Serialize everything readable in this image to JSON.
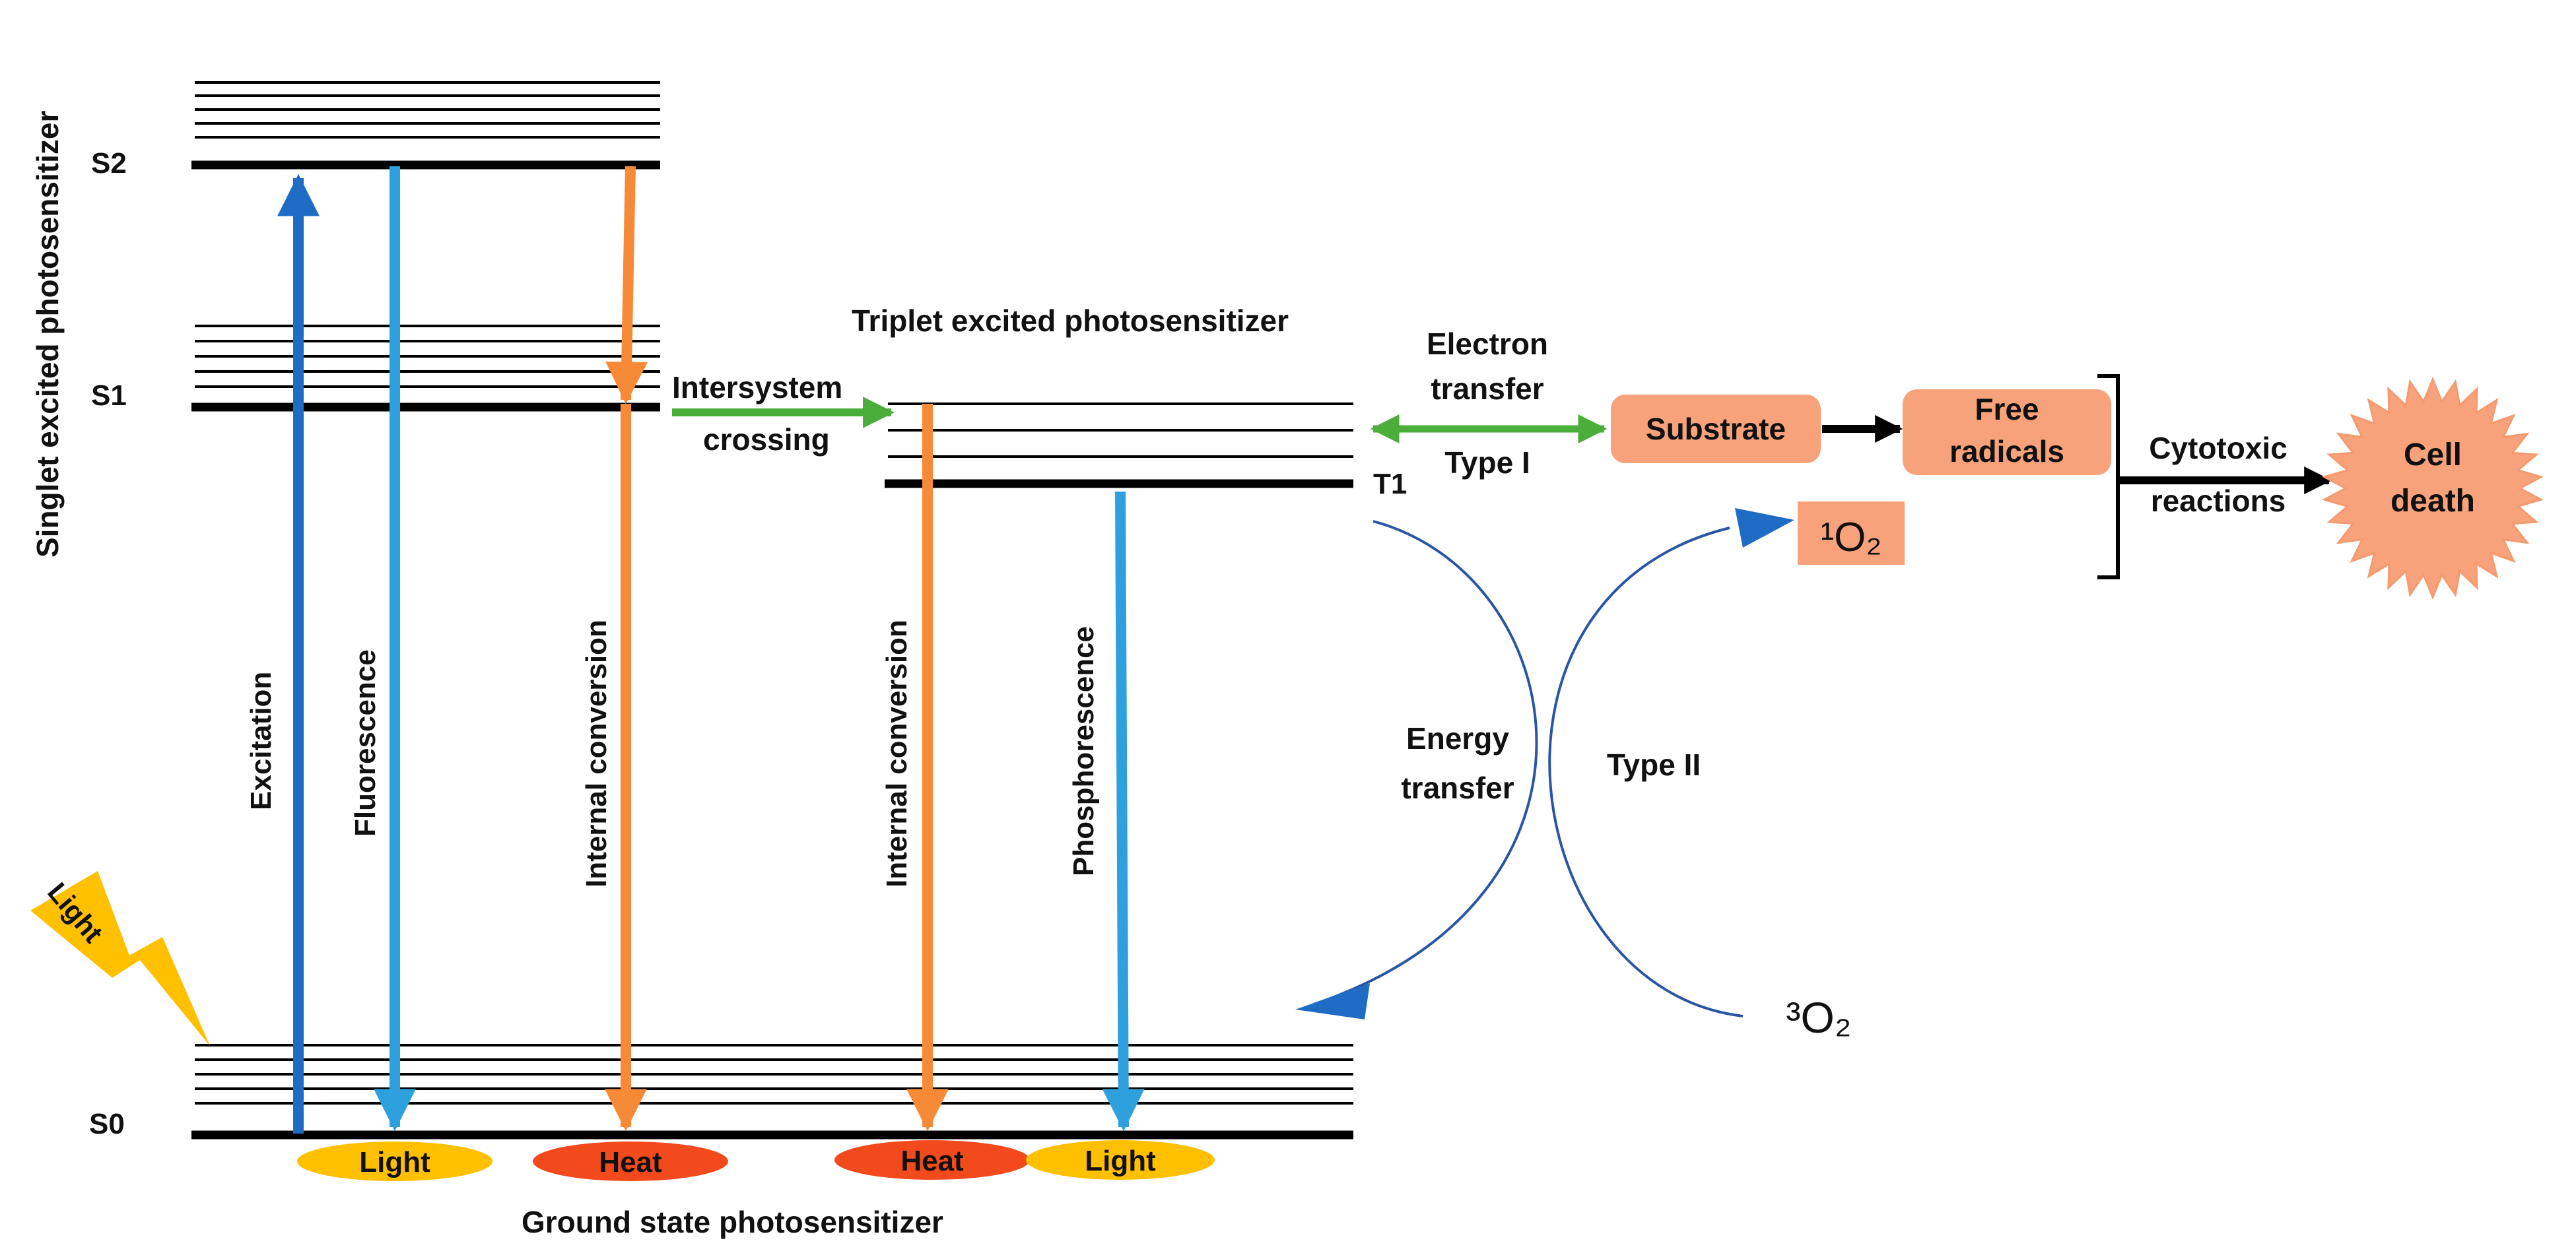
{
  "titles": {
    "singlet_axis": "Singlet excited photosensitizer",
    "triplet": "Triplet excited photosensitizer",
    "ground": "Ground state photosensitizer"
  },
  "levels": {
    "s2": "S2",
    "s1": "S1",
    "s0": "S0",
    "t1": "T1"
  },
  "processes": {
    "excitation": "Excitation",
    "fluorescence": "Fluorescence",
    "internal_conversion_1": "Internal conversion",
    "internal_conversion_2": "Internal conversion",
    "phosphorescence": "Phosphorescence",
    "isc_line1": "Intersystem",
    "isc_line2": "crossing",
    "electron_line1": "Electron",
    "electron_line2": "transfer",
    "type1": "Type I",
    "energy_line1": "Energy",
    "energy_line2": "transfer",
    "type2": "Type II",
    "cytotoxic_line1": "Cytotoxic",
    "cytotoxic_line2": "reactions"
  },
  "products": {
    "light_1": "Light",
    "heat_1": "Heat",
    "heat_2": "Heat",
    "light_2": "Light",
    "light_source": "Light"
  },
  "species": {
    "substrate": "Substrate",
    "free_line1": "Free",
    "free_line2": "radicals",
    "singlet_oxygen": "¹O₂",
    "triplet_oxygen": "³O₂",
    "cell_line1": "Cell",
    "cell_line2": "death"
  },
  "colors": {
    "excitation": "#1f6cc4",
    "fluorescence": "#2fa0de",
    "internal_conversion": "#f78a37",
    "intersystem": "#4cae3a",
    "energy_curve": "#2856a4",
    "light_ellipse": "#ffc000",
    "heat_ellipse": "#f24a1d",
    "box_fill": "#f7a27b",
    "cell_death": "#f7a27b",
    "lightning": "#ffc000"
  }
}
